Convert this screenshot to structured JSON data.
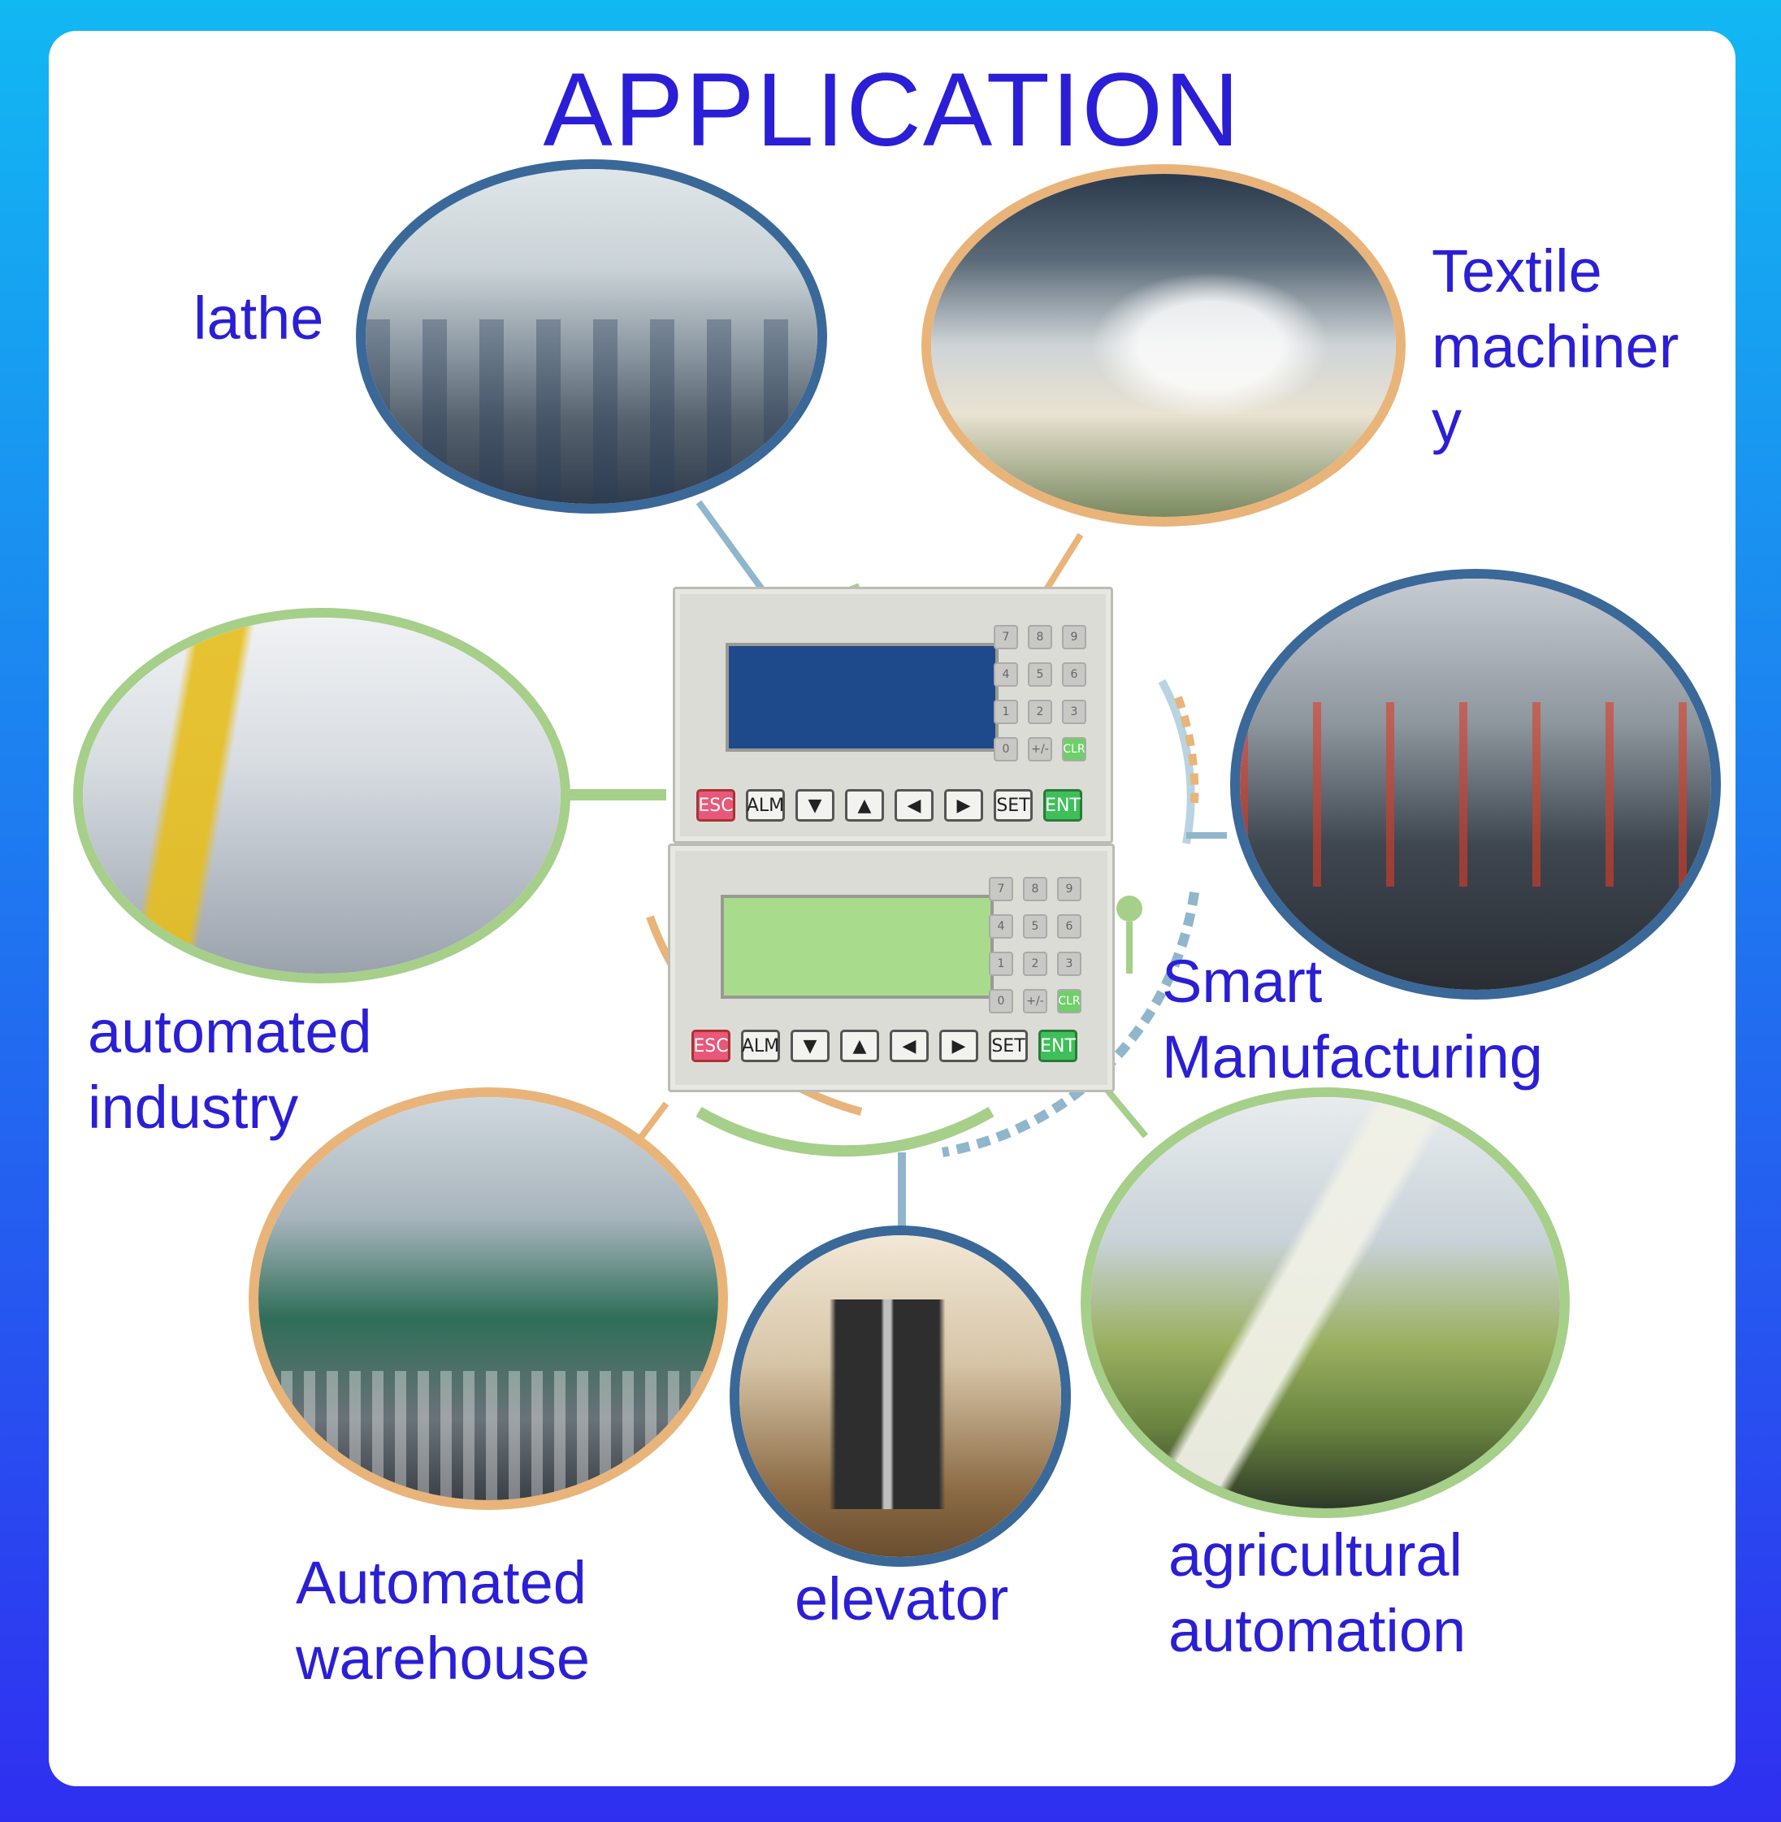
{
  "title": "APPLICATION",
  "labels": {
    "lathe": "lathe",
    "textile": "Textile\nmachiner\ny",
    "automated_industry": "automated\nindustry",
    "smart_manufacturing": "Smart\nManufacturing",
    "automated_warehouse": "Automated\nwarehouse",
    "elevator": "elevator",
    "agricultural": "agricultural\nautomation"
  },
  "panel_keys": {
    "numpad": [
      "7",
      "8",
      "9",
      "4",
      "5",
      "6",
      "1",
      "2",
      "3",
      "0",
      "+/-",
      "CLR"
    ],
    "bottom": [
      "ESC",
      "ALM",
      "▼",
      "▲",
      "◀",
      "▶",
      "SET",
      "ENT"
    ]
  },
  "colors": {
    "text": "#2a1fd6",
    "ring_blue": "#3a6898",
    "ring_orange": "#e9b47a",
    "ring_green": "#a6cf8a",
    "lcd_blue": "#1e4a8c",
    "lcd_green": "#a8dc8c"
  }
}
